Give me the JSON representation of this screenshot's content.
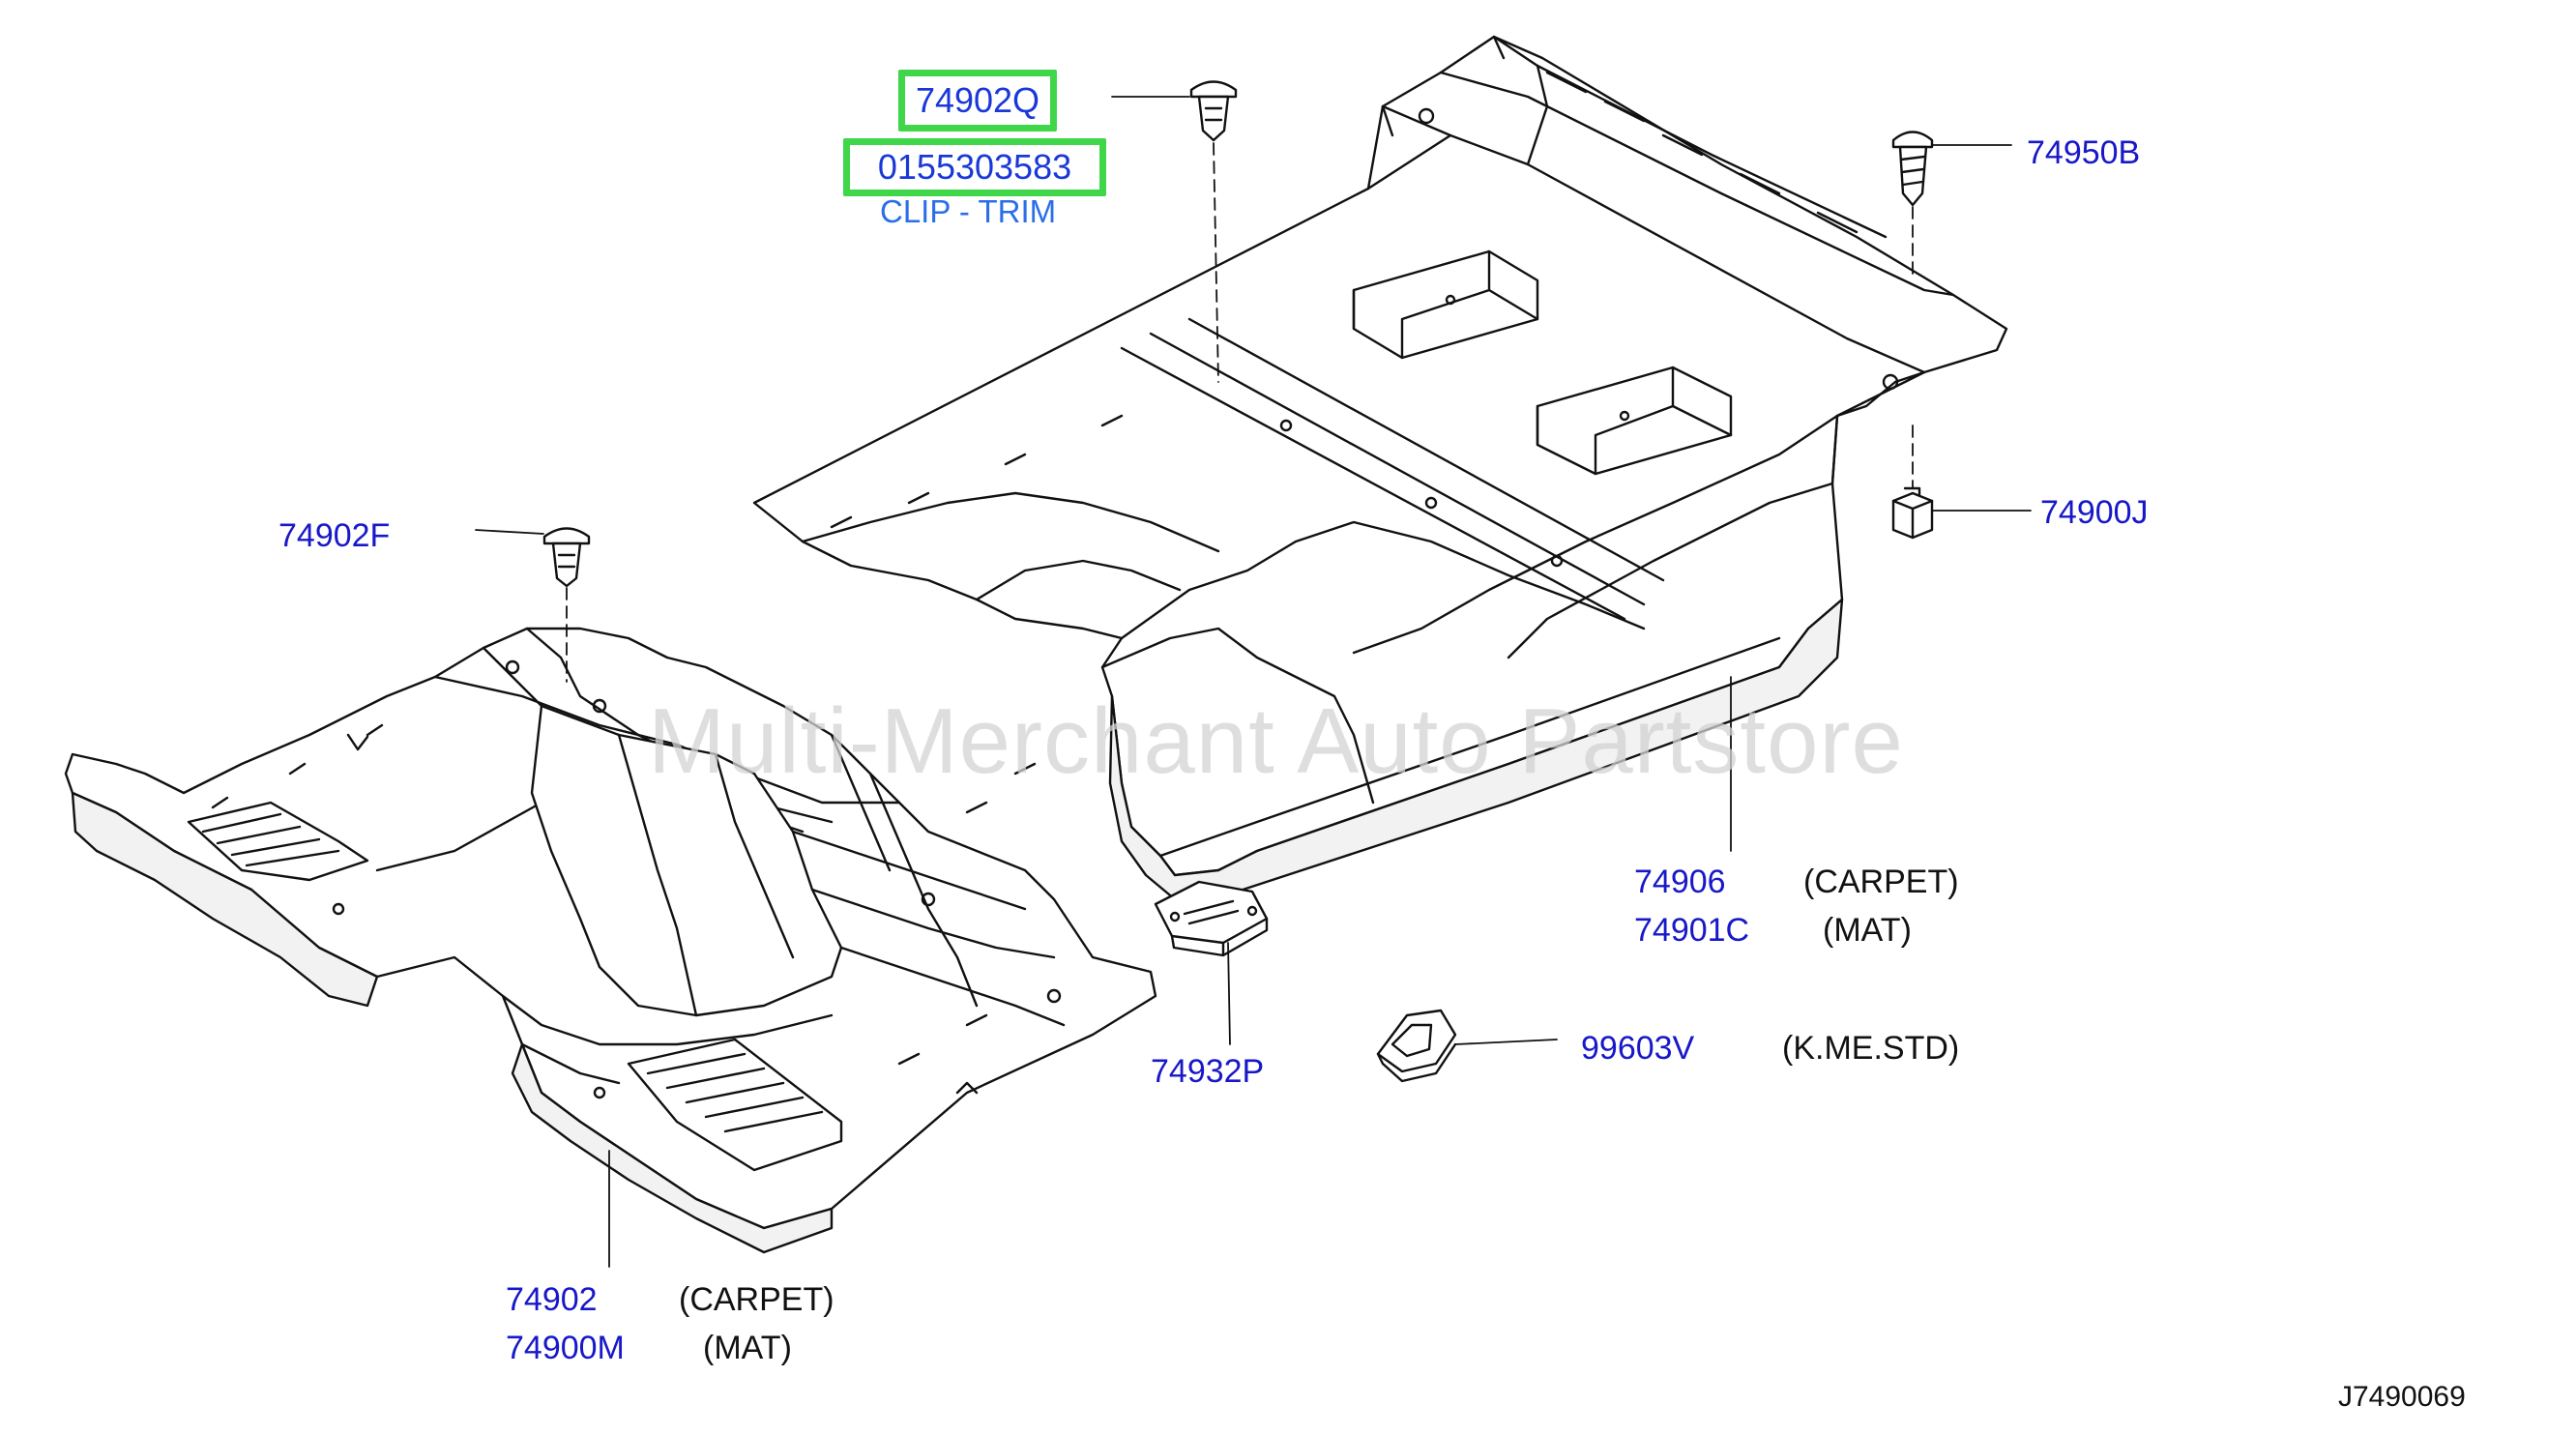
{
  "watermark": "Multi-Merchant Auto Partstore",
  "diagram_code": "J7490069",
  "highlight": {
    "part_no": "74902Q",
    "oem_no": "0155303583",
    "name": "CLIP - TRIM",
    "highlight_color": "#3fd64a"
  },
  "parts": [
    {
      "key": "p74950B",
      "no": "74950B"
    },
    {
      "key": "p74900J",
      "no": "74900J"
    },
    {
      "key": "p74902F",
      "no": "74902F"
    },
    {
      "key": "p74906",
      "no": "74906",
      "desc": "(CARPET)"
    },
    {
      "key": "p74901C",
      "no": "74901C",
      "desc": "(MAT)"
    },
    {
      "key": "p74932P",
      "no": "74932P"
    },
    {
      "key": "p99603V",
      "no": "99603V",
      "desc": "(K.ME.STD)"
    },
    {
      "key": "p74902",
      "no": "74902",
      "desc": "(CARPET)"
    },
    {
      "key": "p74900M",
      "no": "74900M",
      "desc": "(MAT)"
    }
  ],
  "colors": {
    "part_number": "#1818c8",
    "highlight_text": "#1a38d8",
    "subtitle": "#2a6ee8",
    "drawing": "#111111",
    "fill": "#ffffff"
  }
}
